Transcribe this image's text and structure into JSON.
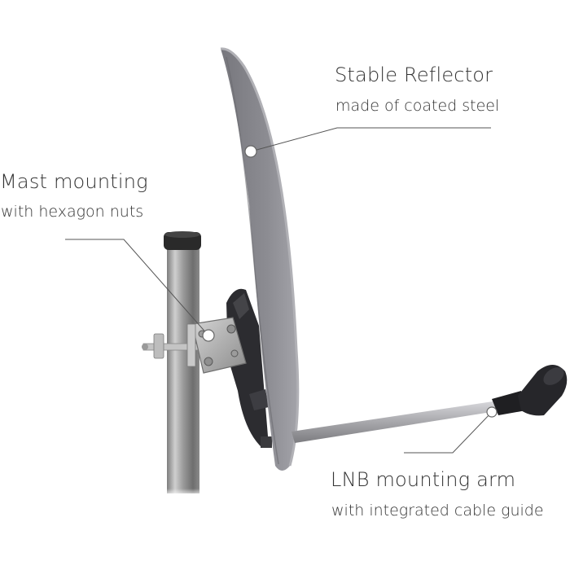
{
  "callouts": {
    "reflector": {
      "title": "Stable Reflector",
      "subtitle": "made of coated steel"
    },
    "mast": {
      "title": "Mast mounting",
      "subtitle": "with hexagon nuts"
    },
    "arm": {
      "title": "LNB mounting arm",
      "subtitle": "with integrated cable guide"
    }
  },
  "colors": {
    "text": "#333333",
    "leader_line": "#555555",
    "dish": "#8a8a90",
    "dish_rim": "#9e9ea4",
    "bracket": "#2b2b2e",
    "mast": "#a6a6a6",
    "arm": "#b8b8bc"
  }
}
